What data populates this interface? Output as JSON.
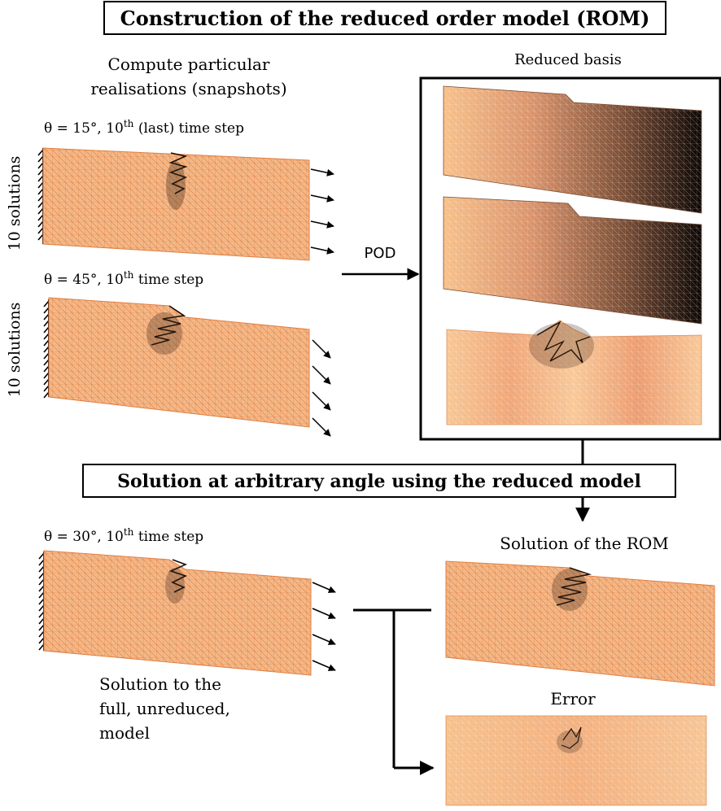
{
  "titles": {
    "construction": "Construction of the reduced order model (ROM)",
    "solution": "Solution at arbitrary angle using the reduced model"
  },
  "snapshots": {
    "heading_line1": "Compute particular",
    "heading_line2": "realisations (snapshots)",
    "row1_label": "θ = 15°, 10",
    "row1_sup": "th",
    "row1_rest": " (last) time step",
    "row1_side": "10 solutions",
    "row2_label": "θ = 45°, 10",
    "row2_sup": "th",
    "row2_rest": " time step",
    "row2_side": "10 solutions"
  },
  "pod_label": "POD",
  "basis_title": "Reduced basis",
  "full_model": {
    "label": "θ = 30°, 10",
    "sup": "th",
    "rest": " time step",
    "caption_line1": "Solution to the",
    "caption_line2": "full, unreduced,",
    "caption_line3": "model"
  },
  "rom_solution_title": "Solution of the ROM",
  "error_title": "Error",
  "colors": {
    "mesh_fill": "#f2b27e",
    "mesh_line": "#e5884a",
    "dark": "#1a1008",
    "frame": "#000000"
  }
}
